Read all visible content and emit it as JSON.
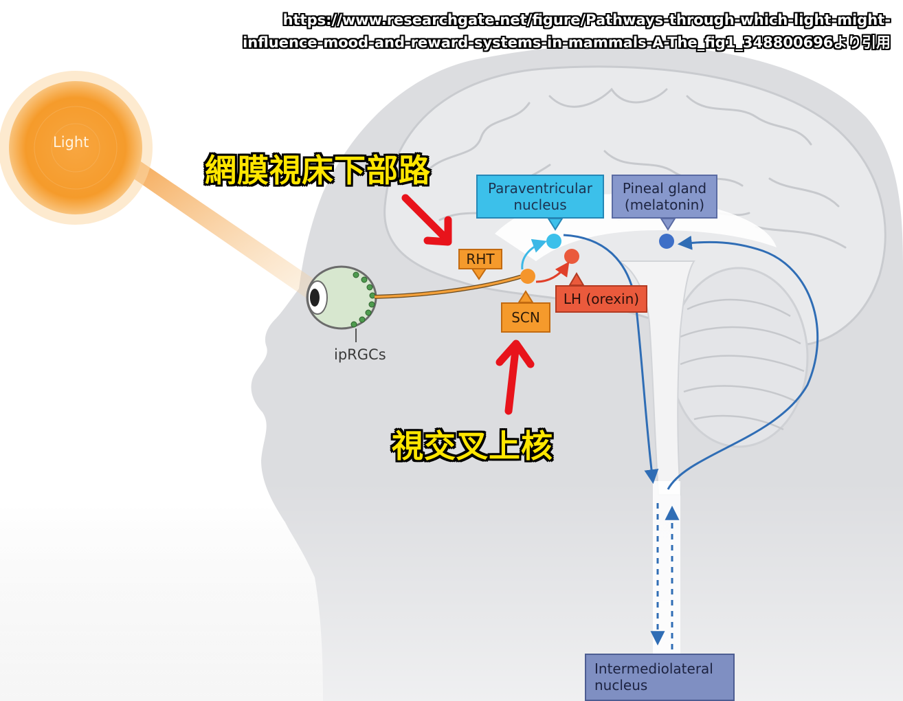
{
  "source_note": {
    "line1": "https://www.researchgate.net/figure/Pathways-through-which-light-might-",
    "line2": "influence-mood-and-reward-systems-in-mammals-A-The_fig1_348800696より引用"
  },
  "labels": {
    "light": "Light",
    "iprgcs": "ipRGCs",
    "paraventricular": "Paraventricular\nnucleus",
    "pineal": "Pineal gland\n(melatonin)",
    "rht": "RHT",
    "scn": "SCN",
    "lh": "LH (orexin)",
    "intermediolateral": "Intermediolateral\nnucleus"
  },
  "callouts": {
    "rht_jp": "網膜視床下部路",
    "scn_jp": "視交叉上核"
  },
  "colors": {
    "head": "#dcdde0",
    "brain": "#eaebed",
    "pathway_blue": "#2f6db5",
    "sun_orange": "#f7a43a",
    "callout_arrow": "#e8131b"
  }
}
